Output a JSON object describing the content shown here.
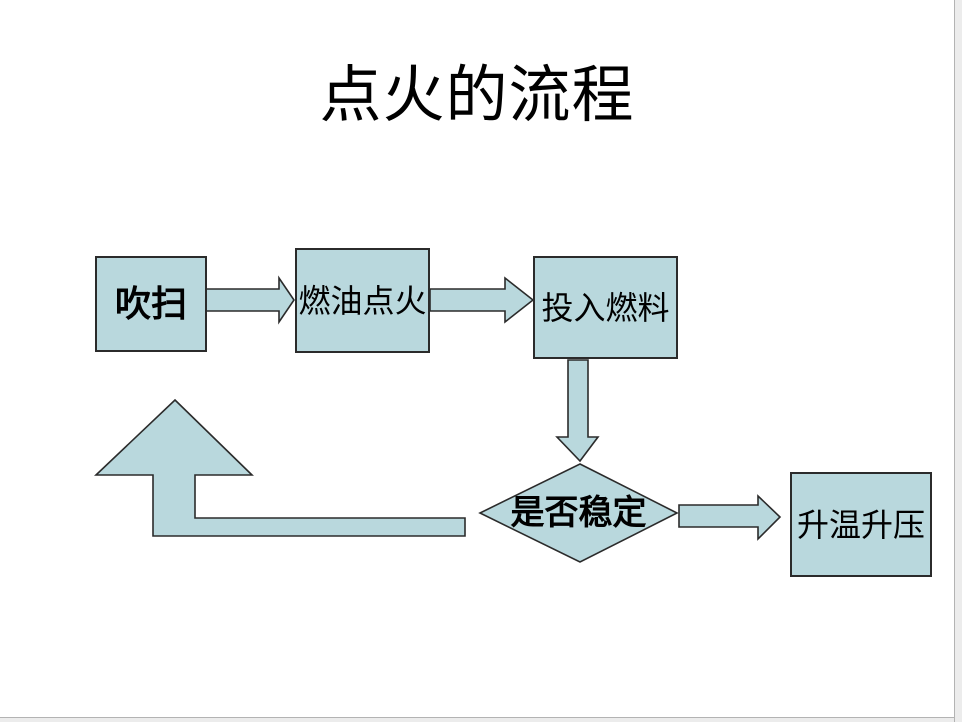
{
  "slide": {
    "title": "点火的流程",
    "colors": {
      "shape_fill": "#b9d8dd",
      "shape_border": "#2b2b2b",
      "slide_bg": "#ffffff",
      "frame_line": "#b3b3b3",
      "outside_bg": "#ececec",
      "text_color": "#000000"
    },
    "flowchart": {
      "nodes": [
        {
          "id": "purge",
          "label": "吹扫",
          "shape": "rectangle"
        },
        {
          "id": "fuel-oil-ignition",
          "label": "燃油点火",
          "shape": "rectangle"
        },
        {
          "id": "feed-fuel",
          "label": "投入燃料",
          "shape": "rectangle"
        },
        {
          "id": "is-stable",
          "label": "是否稳定",
          "shape": "diamond"
        },
        {
          "id": "raise-temp-pressure",
          "label": "升温升压",
          "shape": "rectangle"
        }
      ],
      "edges": [
        {
          "from": "purge",
          "to": "fuel-oil-ignition",
          "style": "block-arrow-right"
        },
        {
          "from": "fuel-oil-ignition",
          "to": "feed-fuel",
          "style": "block-arrow-right"
        },
        {
          "from": "feed-fuel",
          "to": "is-stable",
          "style": "block-arrow-down"
        },
        {
          "from": "is-stable",
          "to": "raise-temp-pressure",
          "style": "block-arrow-right"
        },
        {
          "from": "is-stable",
          "to": "purge",
          "style": "bent-block-arrow-up-loopback"
        }
      ]
    }
  }
}
